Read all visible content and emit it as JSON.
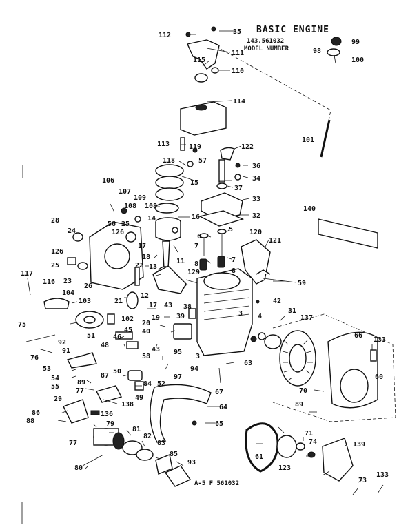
{
  "header": {
    "title": "BASIC ENGINE",
    "model_number": "143.561032",
    "model_label": "MODEL NUMBER"
  },
  "footer": {
    "drawing_code": "A-5 F 561032"
  },
  "parts": {
    "p3": "3",
    "p4": "4",
    "p5": "5",
    "p6": "6",
    "p7": "7",
    "p8": "8",
    "p11": "11",
    "p12": "12",
    "p13": "13",
    "p14": "14",
    "p15": "15",
    "p16": "16",
    "p17a": "17",
    "p17b": "17",
    "p18": "18",
    "p19": "19",
    "p20": "20",
    "p21": "21",
    "p22": "22",
    "p23": "23",
    "p24": "24",
    "p25a": "25",
    "p25b": "25",
    "p26": "26",
    "p28": "28",
    "p29": "29",
    "p31": "31",
    "p32": "32",
    "p33": "33",
    "p34": "34",
    "p35": "35",
    "p36": "36",
    "p37": "37",
    "p38": "38",
    "p39": "39",
    "p40": "40",
    "p42": "42",
    "p43": "43",
    "p45": "45",
    "p46": "46",
    "p48": "48",
    "p49": "49",
    "p50": "50",
    "p51": "51",
    "p52": "52",
    "p53": "53",
    "p54": "54",
    "p55": "55",
    "p56": "56",
    "p57": "57",
    "p58": "58",
    "p59": "59",
    "p60": "60",
    "p61": "61",
    "p63": "63",
    "p64": "64",
    "p65": "65",
    "p66": "66",
    "p67": "67",
    "p70": "70",
    "p71": "71",
    "p73": "73",
    "p74": "74",
    "p75": "75",
    "p76": "76",
    "p77a": "77",
    "p77b": "77",
    "p79": "79",
    "p80": "80",
    "p81": "81",
    "p82": "82",
    "p83": "83",
    "p84": "84",
    "p85": "85",
    "p86": "86",
    "p87": "87",
    "p88": "88",
    "p89a": "89",
    "p89b": "89",
    "p91": "91",
    "p92": "92",
    "p93": "93",
    "p94": "94",
    "p95": "95",
    "p97": "97",
    "p98": "98",
    "p99": "99",
    "p100": "100",
    "p101": "101",
    "p102": "102",
    "p103": "103",
    "p104": "104",
    "p106": "106",
    "p107": "107",
    "p108a": "108",
    "p108b": "108",
    "p109": "109",
    "p110": "110",
    "p111": "111",
    "p112": "112",
    "p113": "113",
    "p114": "114",
    "p115": "115",
    "p116": "116",
    "p117": "117",
    "p118": "118",
    "p119": "119",
    "p120": "120",
    "p121": "121",
    "p122": "122",
    "p123": "123",
    "p126a": "126",
    "p126b": "126",
    "p129": "129",
    "p133a": "133",
    "p133b": "133",
    "p136": "136",
    "p137": "137",
    "p138": "138",
    "p139": "139",
    "p140": "140"
  },
  "colors": {
    "ink": "#111111",
    "paper": "#ffffff"
  }
}
